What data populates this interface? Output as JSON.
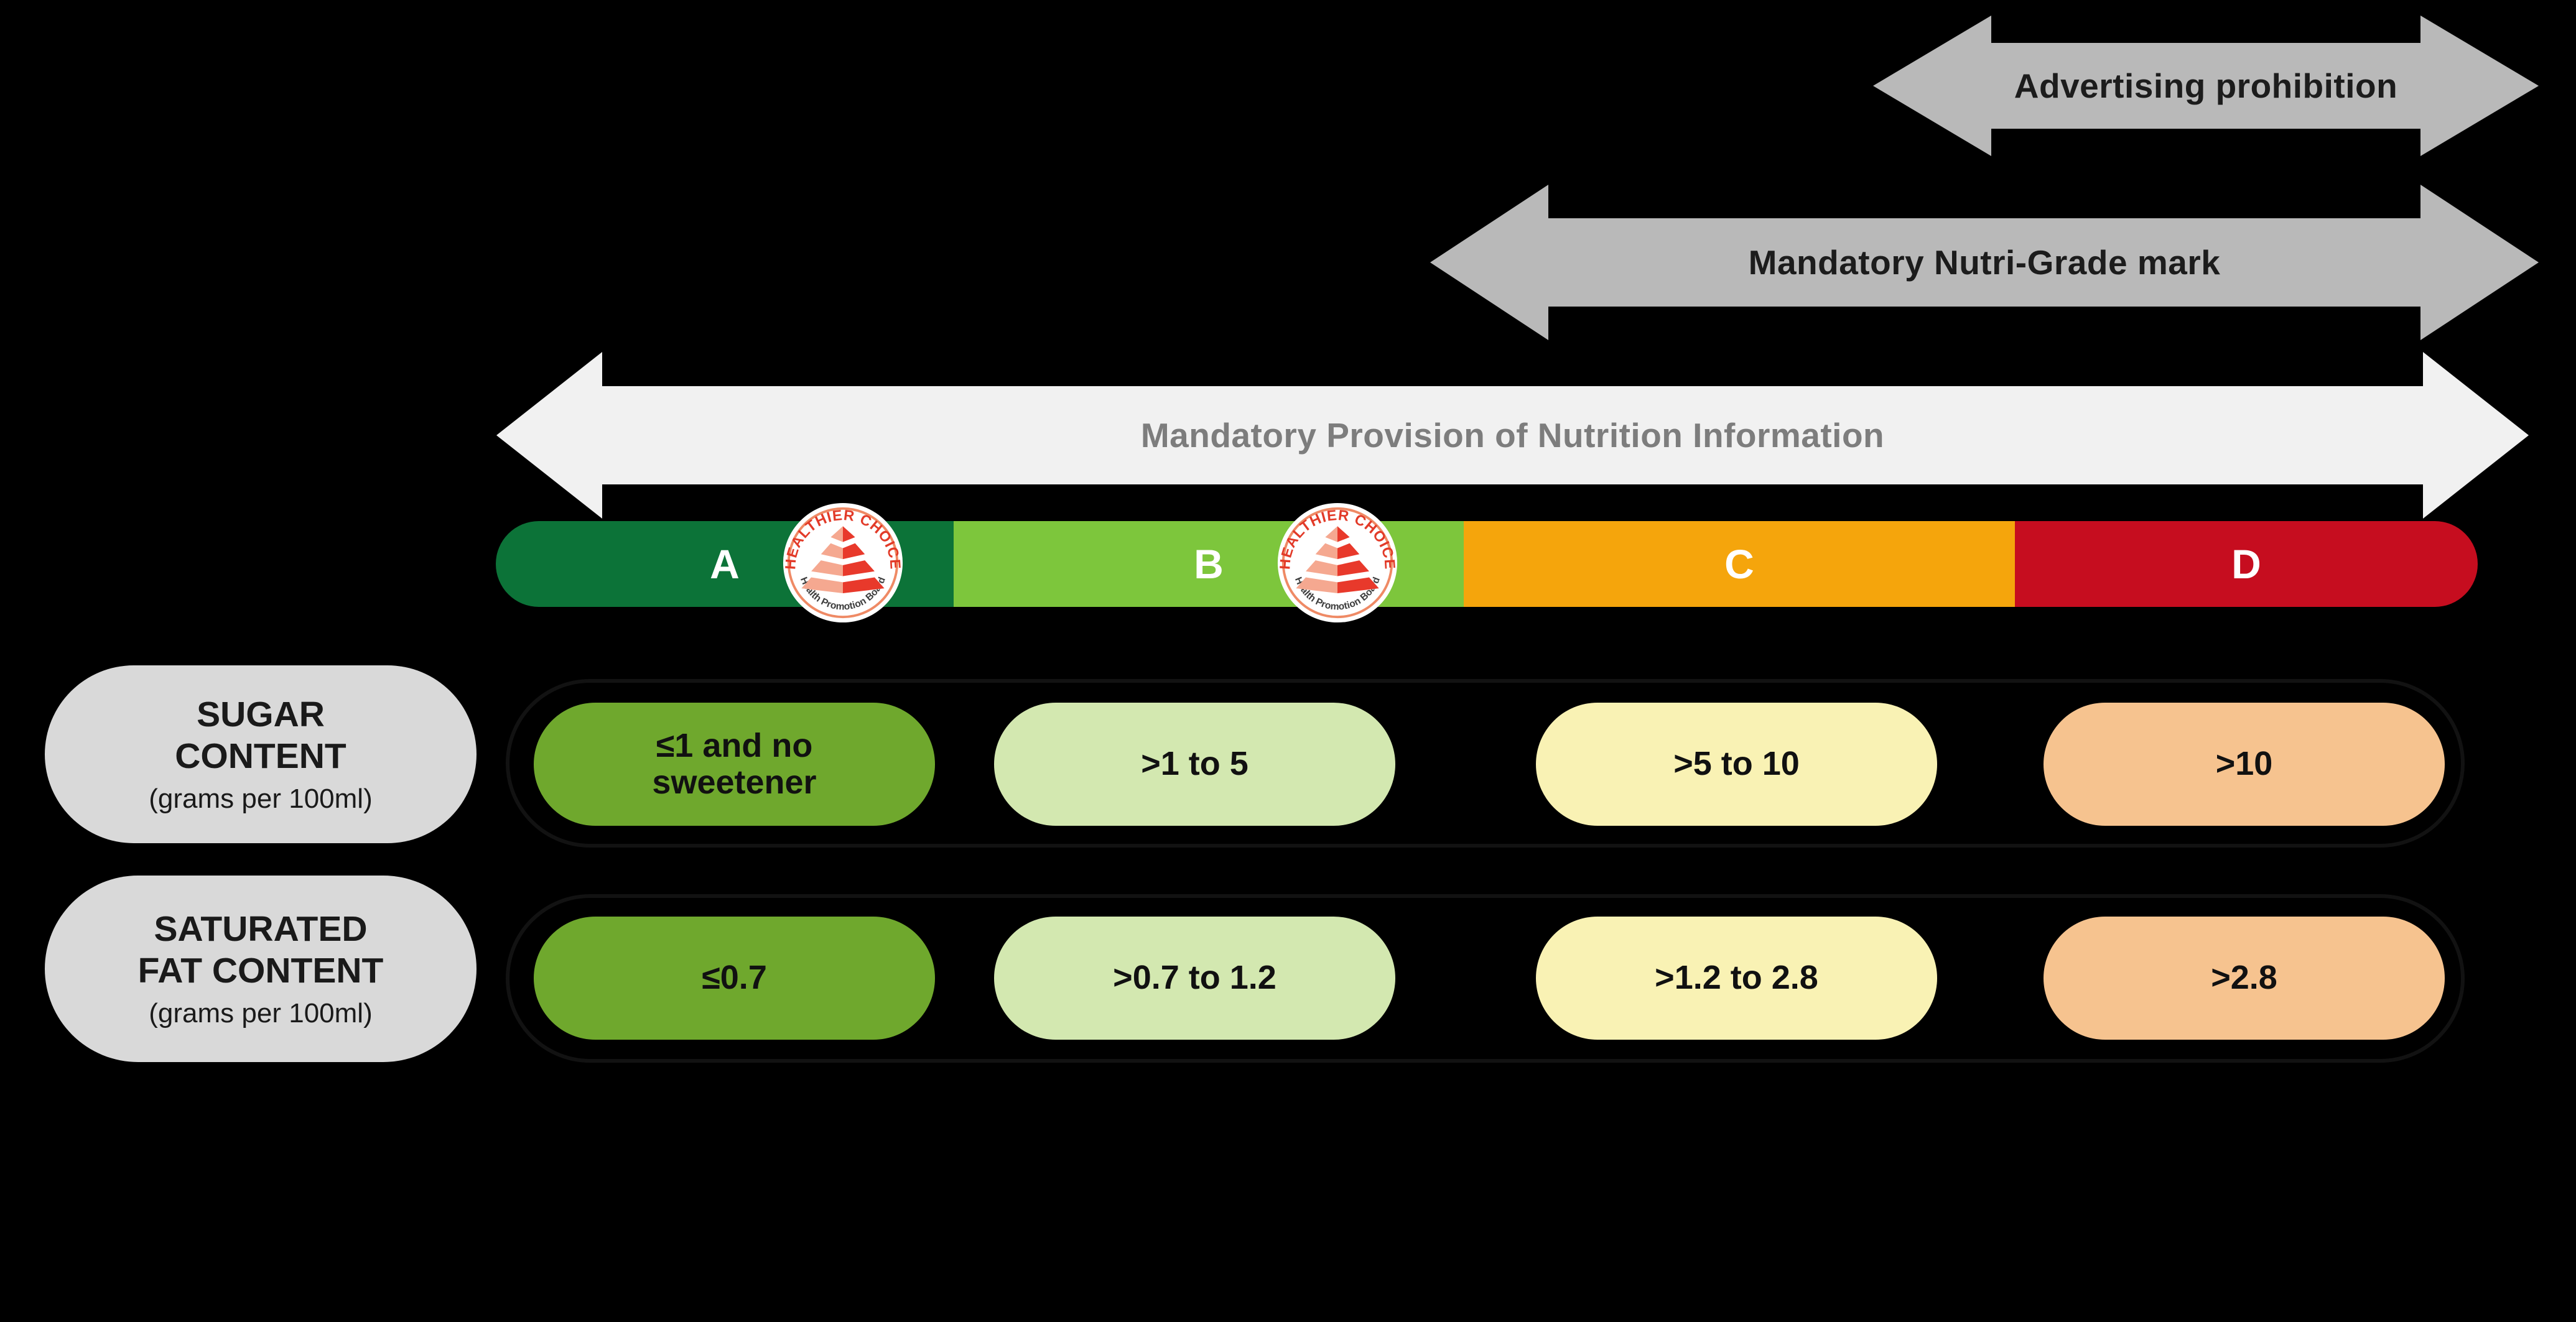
{
  "palette": {
    "background": "#000000",
    "arrow_gray": "#b9b9b9",
    "arrow_light": "#f1f1f1",
    "arrow_text_dark": "#1c1c1c",
    "arrow_text_gray": "#7d7d7d",
    "grade_a_green": "#0c7338",
    "grade_b_green": "#7dc63c",
    "grade_c_orange": "#f5a50c",
    "grade_d_red": "#c60d1f",
    "cell_green_dark": "#6fa82d",
    "cell_green_light": "#d3e8b0",
    "cell_yellow": "#f9f2b4",
    "cell_peach": "#f6c38f",
    "header_pill_gray": "#d9d9d9",
    "logo_red": "#e23a28",
    "logo_salmon": "#f5a890",
    "logo_ring": "#ef8a65",
    "logo_text_dark": "#3d3d3d"
  },
  "arrows": {
    "advertising": {
      "label": "Advertising prohibition"
    },
    "nutrigrade": {
      "label": "Mandatory Nutri-Grade mark"
    },
    "nutritioninfo": {
      "label": "Mandatory Provision of Nutrition Information"
    }
  },
  "grade_bar": {
    "segments": [
      {
        "label": "A",
        "color": "#0c7338"
      },
      {
        "label": "B",
        "color": "#7dc63c"
      },
      {
        "label": "C",
        "color": "#f5a50c"
      },
      {
        "label": "D",
        "color": "#c60d1f"
      }
    ]
  },
  "hcs_logo": {
    "top_text": "HEALTHIER CHOICE",
    "bottom_text": "Health Promotion Board"
  },
  "rows": [
    {
      "header": {
        "title_lines": [
          "SUGAR",
          "CONTENT"
        ],
        "unit": "(grams per 100ml)"
      },
      "cells": [
        {
          "lines": [
            "≤1 and no",
            "sweetener"
          ],
          "color": "#6fa82d"
        },
        {
          "lines": [
            ">1 to 5"
          ],
          "color": "#d3e8b0"
        },
        {
          "lines": [
            ">5 to 10"
          ],
          "color": "#f9f2b4"
        },
        {
          "lines": [
            ">10"
          ],
          "color": "#f6c38f"
        }
      ]
    },
    {
      "header": {
        "title_lines": [
          "SATURATED",
          "FAT CONTENT"
        ],
        "unit": "(grams per 100ml)"
      },
      "cells": [
        {
          "lines": [
            "≤0.7"
          ],
          "color": "#6fa82d"
        },
        {
          "lines": [
            ">0.7 to 1.2"
          ],
          "color": "#d3e8b0"
        },
        {
          "lines": [
            ">1.2 to 2.8"
          ],
          "color": "#f9f2b4"
        },
        {
          "lines": [
            ">2.8"
          ],
          "color": "#f6c38f"
        }
      ]
    }
  ]
}
